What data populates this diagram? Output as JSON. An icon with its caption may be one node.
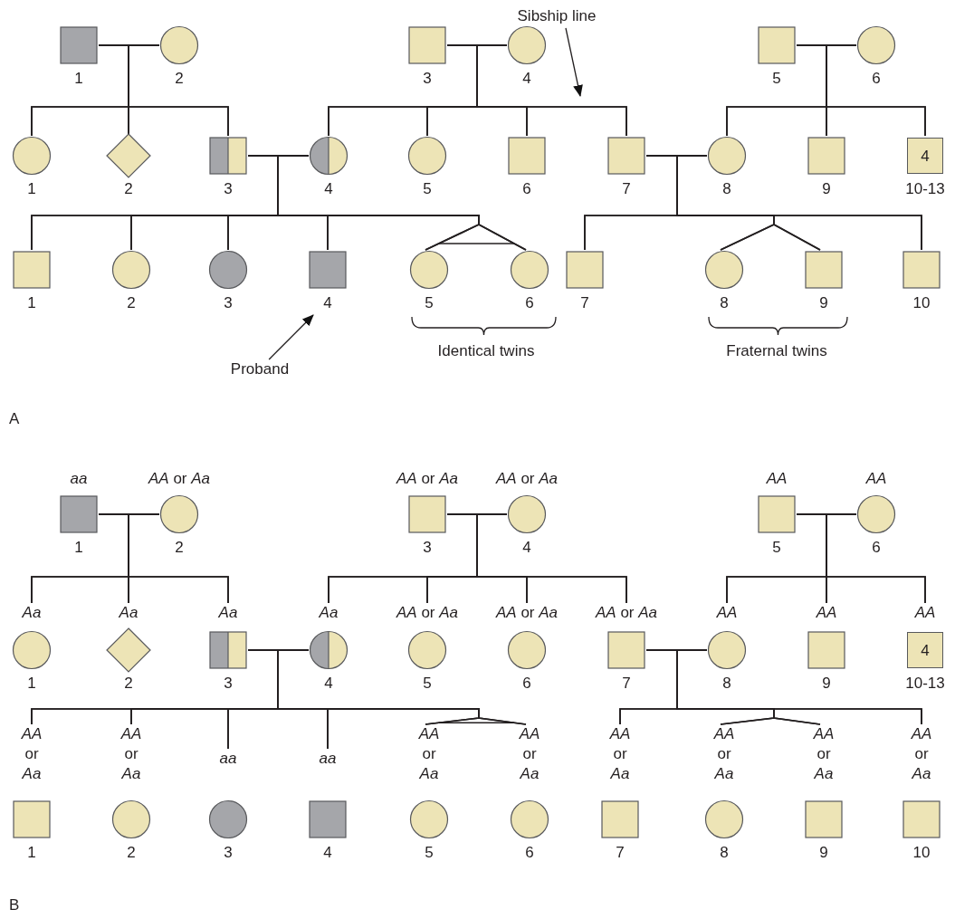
{
  "diagram": {
    "nodes": [
      {
        "text": [],
        "shape": "box",
        "beside": [
          "1"
        ]
      },
      {
        "text": [],
        "shape": "circle",
        "beside": [
          "2"
        ]
      },
      {
        "text": [],
        "shape": "box",
        "beside": [
          "3"
        ]
      },
      {
        "text": [],
        "shape": "circle",
        "beside": [
          "4"
        ]
      },
      {
        "text": [],
        "shape": "box",
        "beside": [
          "5"
        ]
      },
      {
        "text": [],
        "shape": "circle",
        "beside": [
          "6"
        ]
      },
      {
        "text": [],
        "shape": "circle",
        "beside": [
          "1"
        ]
      },
      {
        "text": [],
        "shape": "diamond",
        "beside": [
          "2"
        ]
      },
      {
        "text": [],
        "shape": "box",
        "beside": [
          "3"
        ]
      },
      {
        "text": [],
        "shape": "circle",
        "beside": [
          "4"
        ]
      },
      {
        "text": [],
        "shape": "circle",
        "beside": [
          "5"
        ]
      },
      {
        "text": [],
        "shape": "box",
        "beside": [
          "6"
        ]
      },
      {
        "text": [],
        "shape": "box",
        "beside": [
          "7"
        ]
      },
      {
        "text": [],
        "shape": "circle",
        "beside": [
          "8"
        ]
      },
      {
        "text": [],
        "shape": "box",
        "beside": [
          "9"
        ]
      },
      {
        "text": [
          "4"
        ],
        "beside": [
          "10-13"
        ]
      },
      {
        "text": [],
        "shape": "box",
        "beside": [
          "1"
        ]
      },
      {
        "text": [],
        "shape": "circle",
        "beside": [
          "2"
        ]
      },
      {
        "text": [],
        "shape": "circle",
        "beside": [
          "3"
        ]
      },
      {
        "text": [],
        "shape": "box",
        "beside": [
          "4"
        ]
      },
      {
        "text": [],
        "shape": "circle",
        "beside": [
          "5"
        ]
      },
      {
        "text": [],
        "shape": "circle",
        "beside": [
          "6"
        ]
      },
      {
        "text": [],
        "shape": "box",
        "beside": [
          "7"
        ]
      },
      {
        "text": [],
        "shape": "circle",
        "beside": [
          "8"
        ]
      },
      {
        "text": [],
        "shape": "box",
        "beside": [
          "9"
        ]
      },
      {
        "text": [],
        "shape": "box",
        "beside": [
          "10"
        ]
      },
      {
        "text": [
          "Sibship line"
        ]
      },
      {
        "text": [
          "Proband"
        ]
      },
      {
        "text": [],
        "shape": "box",
        "beside": [
          "aa",
          "1"
        ]
      },
      {
        "text": [],
        "shape": "circle",
        "beside": [
          "*AA* or *Aa*",
          "2"
        ]
      },
      {
        "text": [],
        "shape": "box",
        "beside": [
          "*AA* or *Aa*",
          "3"
        ]
      },
      {
        "text": [],
        "shape": "circle",
        "beside": [
          "*AA* or *Aa*",
          "4"
        ]
      },
      {
        "text": [],
        "shape": "box",
        "beside": [
          "AA",
          "5"
        ]
      },
      {
        "text": [],
        "shape": "circle",
        "beside": [
          "AA",
          "6"
        ]
      },
      {
        "text": [],
        "shape": "circle",
        "beside": [
          "Aa",
          "1"
        ]
      },
      {
        "text": [],
        "shape": "diamond",
        "beside": [
          "Aa",
          "2"
        ]
      },
      {
        "text": [],
        "shape": "box",
        "beside": [
          "Aa",
          "3"
        ]
      },
      {
        "text": [],
        "shape": "circle",
        "beside": [
          "Aa",
          "4"
        ]
      },
      {
        "text": [],
        "shape": "circle",
        "beside": [
          "*AA* or *Aa*",
          "5"
        ]
      },
      {
        "text": [],
        "shape": "circle",
        "beside": [
          "*AA* or *Aa*",
          "6"
        ]
      },
      {
        "text": [],
        "shape": "box",
        "beside": [
          "*AA* or *Aa*",
          "7"
        ]
      },
      {
        "text": [],
        "shape": "circle",
        "beside": [
          "AA",
          "8"
        ]
      },
      {
        "text": [],
        "shape": "box",
        "beside": [
          "AA",
          "9"
        ]
      },
      {
        "text": [
          "4"
        ],
        "beside": [
          "AA",
          "10-13"
        ]
      },
      {
        "text": [],
        "shape": "box",
        "beside": [
          "*AA* or *Aa*",
          "1"
        ]
      },
      {
        "text": [],
        "shape": "circle",
        "beside": [
          "*AA* or *Aa*",
          "2"
        ]
      },
      {
        "text": [],
        "shape": "circle",
        "beside": [
          "aa",
          "3"
        ]
      },
      {
        "text": [],
        "shape": "box",
        "beside": [
          "aa",
          "4"
        ]
      },
      {
        "text": [],
        "shape": "circle",
        "beside": [
          "*AA* or *Aa*",
          "5"
        ]
      },
      {
        "text": [],
        "shape": "circle",
        "beside": [
          "*AA* or *Aa*",
          "6"
        ]
      },
      {
        "text": [],
        "shape": "box",
        "beside": [
          "*AA* or *Aa*",
          "7"
        ]
      },
      {
        "text": [],
        "shape": "circle",
        "beside": [
          "*AA* or *Aa*",
          "8"
        ]
      },
      {
        "text": [],
        "shape": "box",
        "beside": [
          "*AA* or *Aa*",
          "9"
        ]
      },
      {
        "text": [],
        "shape": "box",
        "beside": [
          "*AA* or *Aa*",
          "10"
        ]
      }
    ],
    "edges": [
      {
        "from": 0,
        "to": 1,
        "arrow": "none"
      },
      {
        "from": 0,
        "to": 6,
        "arrow": "none"
      },
      {
        "from": 1,
        "to": 6,
        "arrow": "none"
      },
      {
        "from": 0,
        "to": 7,
        "arrow": "none"
      },
      {
        "from": 1,
        "to": 7,
        "arrow": "none"
      },
      {
        "from": 0,
        "to": 8,
        "arrow": "none"
      },
      {
        "from": 1,
        "to": 8,
        "arrow": "none"
      },
      {
        "from": 2,
        "to": 3,
        "arrow": "none"
      },
      {
        "from": 2,
        "to": 9,
        "arrow": "none"
      },
      {
        "from": 3,
        "to": 9,
        "arrow": "none"
      },
      {
        "from": 2,
        "to": 10,
        "arrow": "none"
      },
      {
        "from": 3,
        "to": 10,
        "arrow": "none"
      },
      {
        "from": 2,
        "to": 11,
        "arrow": "none"
      },
      {
        "from": 3,
        "to": 11,
        "arrow": "none"
      },
      {
        "from": 2,
        "to": 12,
        "arrow": "none"
      },
      {
        "from": 3,
        "to": 12,
        "arrow": "none"
      },
      {
        "from": 4,
        "to": 5,
        "arrow": "none"
      },
      {
        "from": 4,
        "to": 13,
        "arrow": "none"
      },
      {
        "from": 5,
        "to": 13,
        "arrow": "none"
      },
      {
        "from": 4,
        "to": 14,
        "arrow": "none"
      },
      {
        "from": 5,
        "to": 14,
        "arrow": "none"
      },
      {
        "from": 4,
        "to": 15,
        "arrow": "none"
      },
      {
        "from": 5,
        "to": 15,
        "arrow": "none"
      },
      {
        "from": 8,
        "to": 9,
        "arrow": "none"
      },
      {
        "from": 8,
        "to": 16,
        "arrow": "none"
      },
      {
        "from": 9,
        "to": 16,
        "arrow": "none"
      },
      {
        "from": 8,
        "to": 17,
        "arrow": "none"
      },
      {
        "from": 9,
        "to": 17,
        "arrow": "none"
      },
      {
        "from": 8,
        "to": 18,
        "arrow": "none"
      },
      {
        "from": 9,
        "to": 18,
        "arrow": "none"
      },
      {
        "from": 8,
        "to": 19,
        "arrow": "none"
      },
      {
        "from": 9,
        "to": 19,
        "arrow": "none"
      },
      {
        "from": 8,
        "to": 20,
        "arrow": "none"
      },
      {
        "from": 9,
        "to": 20,
        "arrow": "none"
      },
      {
        "from": 8,
        "to": 21,
        "arrow": "none"
      },
      {
        "from": 9,
        "to": 21,
        "arrow": "none"
      },
      {
        "from": 12,
        "to": 13,
        "arrow": "none"
      },
      {
        "from": 12,
        "to": 22,
        "arrow": "none"
      },
      {
        "from": 13,
        "to": 22,
        "arrow": "none"
      },
      {
        "from": 12,
        "to": 23,
        "arrow": "none"
      },
      {
        "from": 13,
        "to": 23,
        "arrow": "none"
      },
      {
        "from": 12,
        "to": 24,
        "arrow": "none"
      },
      {
        "from": 13,
        "to": 24,
        "arrow": "none"
      },
      {
        "from": 12,
        "to": 25,
        "arrow": "none"
      },
      {
        "from": 13,
        "to": 25,
        "arrow": "none"
      },
      {
        "from": 26,
        "to": null,
        "arrow": "to"
      },
      {
        "from": 27,
        "to": 19,
        "arrow": "to"
      },
      {
        "from": 28,
        "to": 29,
        "arrow": "none"
      },
      {
        "from": 28,
        "to": 34,
        "arrow": "none"
      },
      {
        "from": 29,
        "to": 34,
        "arrow": "none"
      },
      {
        "from": 28,
        "to": 35,
        "arrow": "none"
      },
      {
        "from": 29,
        "to": 35,
        "arrow": "none"
      },
      {
        "from": 28,
        "to": 36,
        "arrow": "none"
      },
      {
        "from": 29,
        "to": 36,
        "arrow": "none"
      },
      {
        "from": 30,
        "to": 31,
        "arrow": "none"
      },
      {
        "from": 30,
        "to": 37,
        "arrow": "none"
      },
      {
        "from": 31,
        "to": 37,
        "arrow": "none"
      },
      {
        "from": 30,
        "to": 38,
        "arrow": "none"
      },
      {
        "from": 31,
        "to": 38,
        "arrow": "none"
      },
      {
        "from": 30,
        "to": 39,
        "arrow": "none"
      },
      {
        "from": 31,
        "to": 39,
        "arrow": "none"
      },
      {
        "from": 30,
        "to": 40,
        "arrow": "none"
      },
      {
        "from": 31,
        "to": 40,
        "arrow": "none"
      },
      {
        "from": 32,
        "to": 33,
        "arrow": "none"
      },
      {
        "from": 32,
        "to": 41,
        "arrow": "none"
      },
      {
        "from": 33,
        "to": 41,
        "arrow": "none"
      },
      {
        "from": 32,
        "to": 42,
        "arrow": "none"
      },
      {
        "from": 33,
        "to": 42,
        "arrow": "none"
      },
      {
        "from": 32,
        "to": 43,
        "arrow": "none"
      },
      {
        "from": 33,
        "to": 43,
        "arrow": "none"
      },
      {
        "from": 36,
        "to": 37,
        "arrow": "none"
      },
      {
        "from": 36,
        "to": 44,
        "arrow": "none"
      },
      {
        "from": 37,
        "to": 44,
        "arrow": "none"
      },
      {
        "from": 36,
        "to": 45,
        "arrow": "none"
      },
      {
        "from": 37,
        "to": 45,
        "arrow": "none"
      },
      {
        "from": 36,
        "to": 46,
        "arrow": "none"
      },
      {
        "from": 37,
        "to": 46,
        "arrow": "none"
      },
      {
        "from": 36,
        "to": 47,
        "arrow": "none"
      },
      {
        "from": 37,
        "to": 47,
        "arrow": "none"
      },
      {
        "from": 36,
        "to": 48,
        "arrow": "none"
      },
      {
        "from": 37,
        "to": 48,
        "arrow": "none"
      },
      {
        "from": 36,
        "to": 49,
        "arrow": "none"
      },
      {
        "from": 37,
        "to": 49,
        "arrow": "none"
      },
      {
        "from": 40,
        "to": 41,
        "arrow": "none"
      },
      {
        "from": 40,
        "to": 50,
        "arrow": "none"
      },
      {
        "from": 41,
        "to": 50,
        "arrow": "none"
      },
      {
        "from": 40,
        "to": 51,
        "arrow": "none"
      },
      {
        "from": 41,
        "to": 51,
        "arrow": "none"
      },
      {
        "from": 40,
        "to": 52,
        "arrow": "none"
      },
      {
        "from": 41,
        "to": 52,
        "arrow": "none"
      },
      {
        "from": 40,
        "to": 53,
        "arrow": "none"
      },
      {
        "from": 41,
        "to": 53,
        "arrow": "none"
      }
    ],
    "labels": [
      "Identical twins",
      "Fraternal twins",
      "A",
      "B"
    ]
  }
}
